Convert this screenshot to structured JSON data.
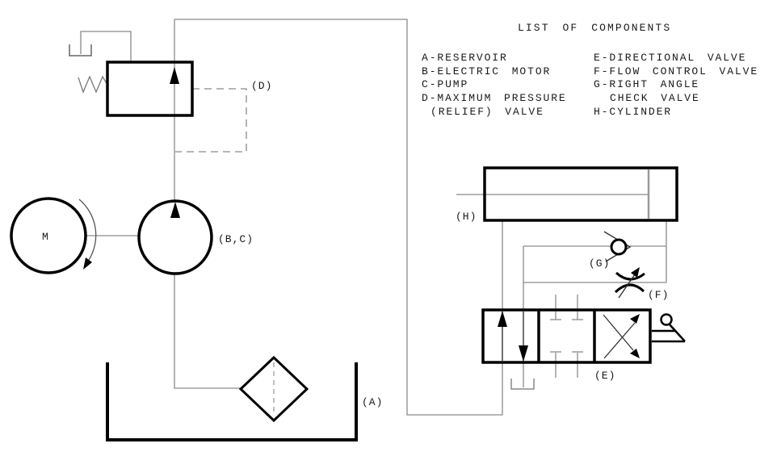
{
  "diagram_title": "LIST OF COMPONENTS",
  "component_list": {
    "left_column": [
      "A-RESERVOIR",
      "B-ELECTRIC MOTOR",
      "C-PUMP",
      "D-MAXIMUM PRESSURE",
      "(RELIEF) VALVE"
    ],
    "right_column": [
      "E-DIRECTIONAL VALVE",
      "F-FLOW CONTROL VALVE",
      "G-RIGHT ANGLE",
      "CHECK VALVE",
      "H-CYLINDER"
    ]
  },
  "labels": {
    "motor": "M",
    "reservoir": "(A)",
    "pump_motor": "(B,C)",
    "relief_valve": "(D)",
    "directional_valve": "(E)",
    "flow_control_valve": "(F)",
    "check_valve": "(G)",
    "cylinder": "(H)"
  },
  "colors": {
    "background": "#ffffff",
    "component_stroke": "#000000",
    "pipe_stroke": "#8a8a8a"
  }
}
